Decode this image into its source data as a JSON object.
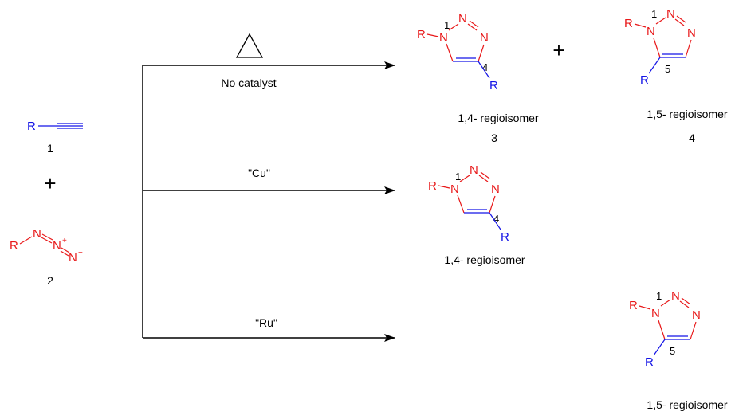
{
  "atoms": {
    "R": "R",
    "N": "N",
    "plus_charge": "+",
    "minus_charge": "−"
  },
  "numbers": {
    "one": "1",
    "four": "4",
    "five": "5"
  },
  "compounds": {
    "alkyne_label": "1",
    "azide_label": "2",
    "product_3_label": "3",
    "product_4_label": "4"
  },
  "reactions": {
    "thermal": {
      "heat_symbol": "triangle",
      "condition": "No catalyst"
    },
    "copper": {
      "condition": "\"Cu\""
    },
    "ruthenium": {
      "condition": "\"Ru\""
    }
  },
  "products": {
    "regio_14": "1,4- regioisomer",
    "regio_15": "1,5- regioisomer"
  },
  "symbols": {
    "plus": "+"
  },
  "colors": {
    "red": "#e8191a",
    "blue": "#1414e6",
    "black": "#000000"
  }
}
